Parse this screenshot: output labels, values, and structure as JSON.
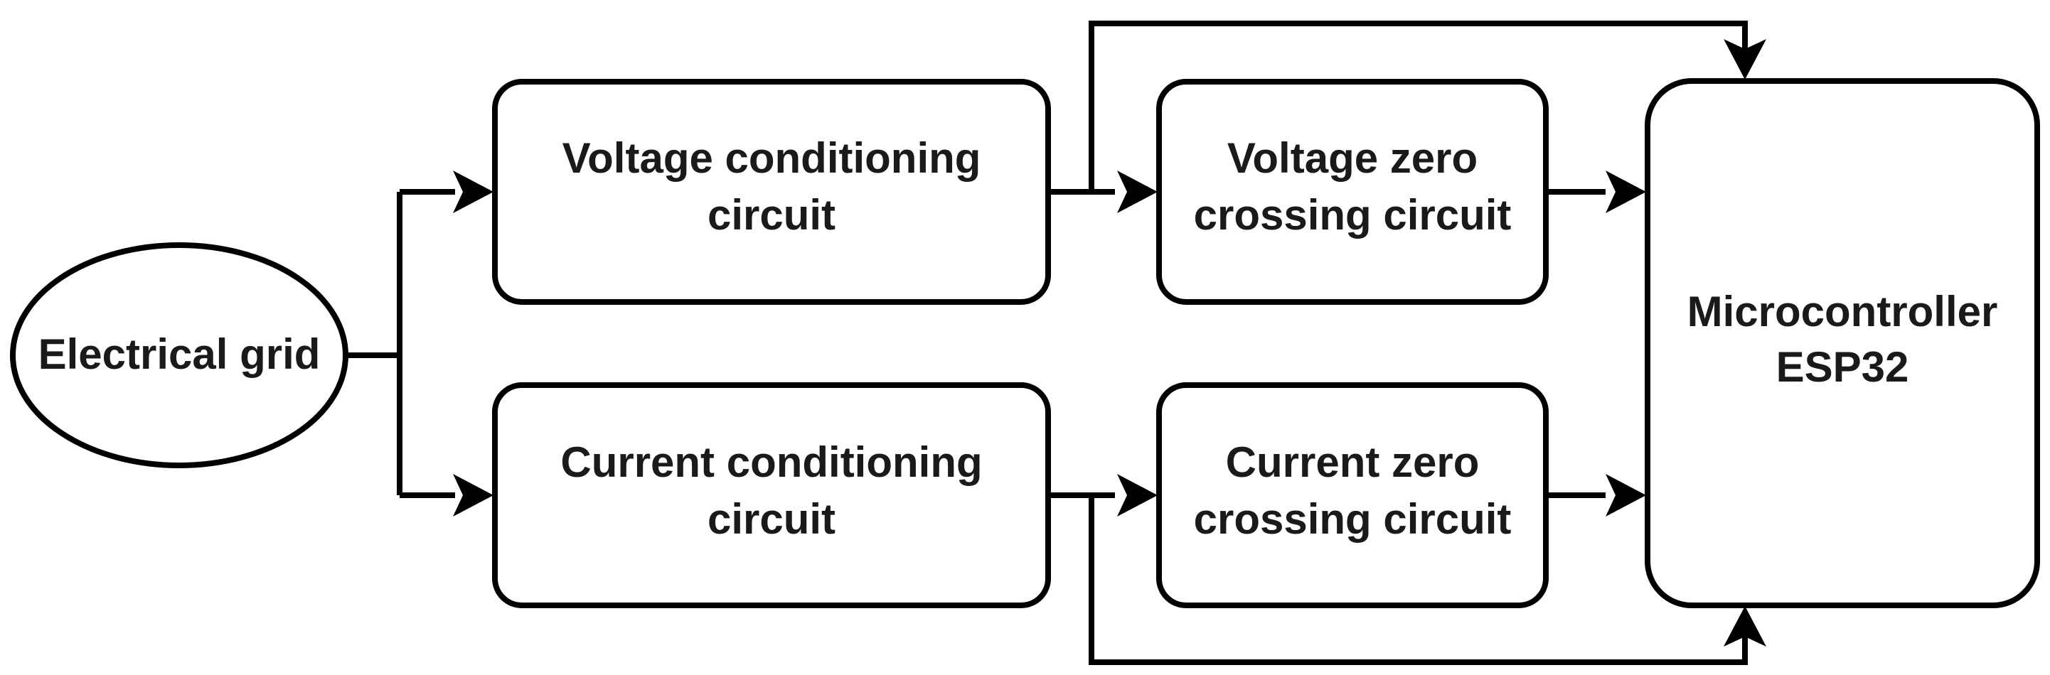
{
  "diagram": {
    "nodes": {
      "grid": {
        "label": "Electrical grid"
      },
      "voltage_conditioning": {
        "line1": "Voltage conditioning",
        "line2": "circuit"
      },
      "current_conditioning": {
        "line1": "Current conditioning",
        "line2": "circuit"
      },
      "voltage_zero_crossing": {
        "line1": "Voltage zero",
        "line2": "crossing circuit"
      },
      "current_zero_crossing": {
        "line1": "Current zero",
        "line2": "crossing circuit"
      },
      "microcontroller": {
        "line1": "Microcontroller",
        "line2": "ESP32"
      }
    },
    "colors": {
      "stroke": "#000000",
      "fill": "#ffffff",
      "text": "#1a1a1a"
    }
  }
}
